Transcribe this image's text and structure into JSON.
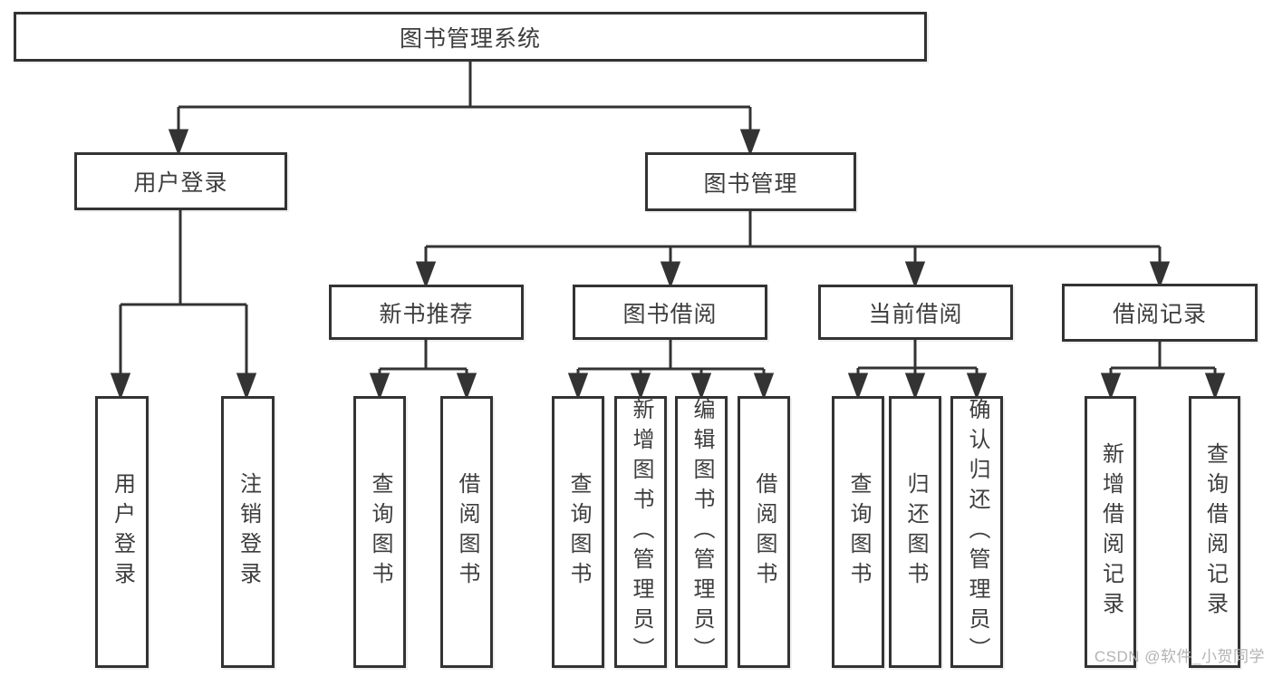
{
  "diagram_title": "图书管理系统",
  "nodes": {
    "root": "图书管理系统",
    "user_login": "用户登录",
    "book_mgmt": "图书管理",
    "new_book_rec": "新书推荐",
    "book_borrow": "图书借阅",
    "current_borrow": "当前借阅",
    "borrow_record": "借阅记录",
    "leaf_user_login": "用户登录",
    "leaf_logout": "注销登录",
    "leaf_nb_query": "查询图书",
    "leaf_nb_borrow": "借阅图书",
    "leaf_bb_query": "查询图书",
    "leaf_bb_add": "新增图书（管理员）",
    "leaf_bb_edit": "编辑图书（管理员）",
    "leaf_bb_borrow": "借阅图书",
    "leaf_cb_query": "查询图书",
    "leaf_cb_return": "归还图书",
    "leaf_cb_confirm": "确认归还（管理员）",
    "leaf_br_add": "新增借阅记录",
    "leaf_br_query": "查询借阅记录"
  },
  "colors": {
    "line": "#333333",
    "text": "#3d3d3d",
    "watermark": "#b3b3b3",
    "background": "#ffffff"
  },
  "watermark": {
    "text": "CSDN @软件_小贺同学"
  }
}
